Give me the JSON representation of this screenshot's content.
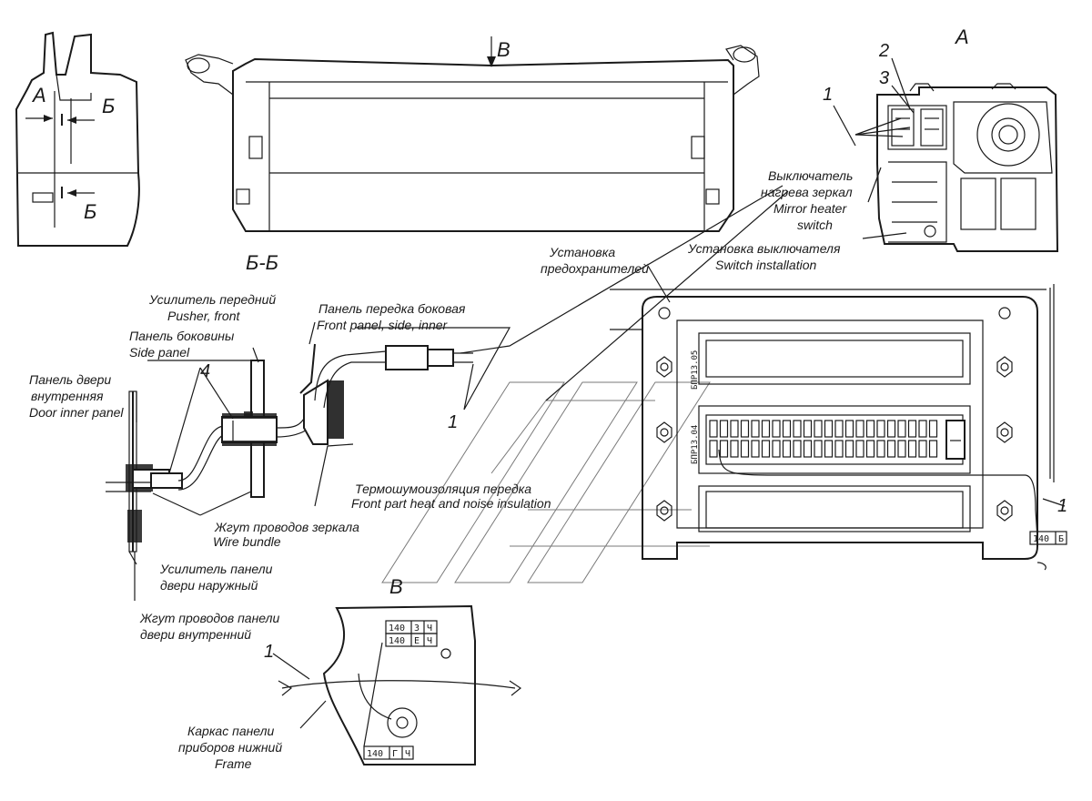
{
  "views": {
    "a": "А",
    "b_marker": "Б",
    "bb": "Б-Б",
    "v": "В"
  },
  "callouts": {
    "n1": "1",
    "n2": "2",
    "n3": "3",
    "n4": "4"
  },
  "labels": {
    "mirror_switch_ru_1": "Выключатель",
    "mirror_switch_ru_2": "нагрева зеркал",
    "mirror_switch_en_1": "Mirror heater",
    "mirror_switch_en_2": "switch",
    "switch_install_ru": "Установка выключателя",
    "switch_install_en": "Switch installation",
    "fuse_install_ru_1": "Установка",
    "fuse_install_ru_2": "предохранителей",
    "pusher_front_ru": "Усилитель передний",
    "pusher_front_en": "Pusher, front",
    "side_panel_ru_1": "Панель боковины",
    "side_panel_en": "Side panel",
    "door_inner_ru_1": "Панель двери",
    "door_inner_ru_2": "внутренняя",
    "door_inner_en": "Door inner panel",
    "front_panel_ru": "Панель передка боковая",
    "front_panel_en": "Front panel, side, inner",
    "insulation_ru": "Термошумоизоляция передка",
    "insulation_en": "Front part heat and noise insulation",
    "wire_bundle_ru": "Жгут проводов зеркала",
    "wire_bundle_en": "Wire bundle",
    "door_reinf_ru_1": "Усилитель панели",
    "door_reinf_ru_2": "двери наружный",
    "door_harness_ru_1": "Жгут проводов панели",
    "door_harness_ru_2": "двери внутренний",
    "frame_ru_1": "Каркас панели",
    "frame_ru_2": "приборов нижний",
    "frame_en": "Frame"
  },
  "wire_codes": {
    "c140_b": [
      "140",
      "Б"
    ],
    "c140_z": [
      "140",
      "З",
      "Ч"
    ],
    "c140_e": [
      "140",
      "Е",
      "Ч"
    ],
    "c140_g": [
      "140",
      "Г",
      "Ч"
    ]
  },
  "fuse_blocks": {
    "top": "БПР13.05",
    "middle": "БПР13.04"
  }
}
